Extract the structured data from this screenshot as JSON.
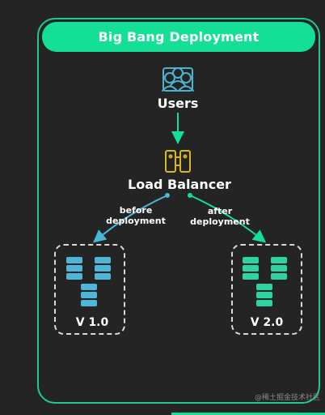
{
  "title": "Big Bang Deployment",
  "nodes": {
    "users": "Users",
    "load_balancer": "Load Balancer"
  },
  "edges": {
    "before": "before\ndeployment",
    "after": "after\ndeployment"
  },
  "groups": {
    "v1": "V 1.0",
    "v2": "V 2.0"
  },
  "icons": {
    "users": "users-group-icon",
    "load_balancer": "load-balancer-icon",
    "server": "server-stack-icon"
  },
  "colors": {
    "background": "#242424",
    "accent": "#13df96",
    "v1_servers": "#4fb6d8",
    "v2_servers": "#2dd4a1",
    "load_balancer": "#d9b81e",
    "users": "#4bb2cf"
  },
  "watermark": "@稀土掘金技术社区"
}
